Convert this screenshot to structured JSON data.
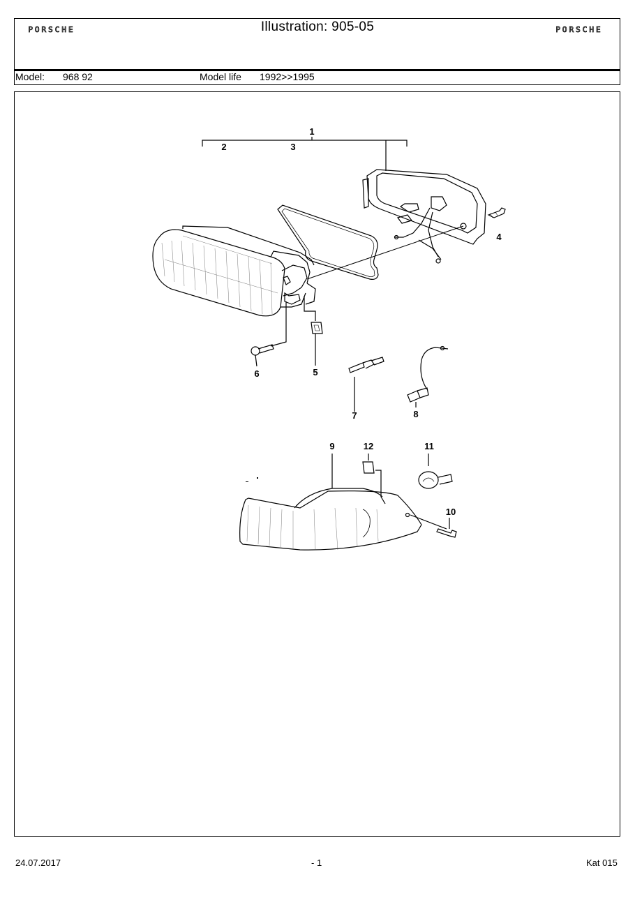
{
  "header": {
    "brand_left": "PORSCHE",
    "brand_right": "PORSCHE",
    "title": "Illustration: 905-05",
    "model_label": "Model:",
    "model_value": "968 92",
    "model_life_label": "Model life",
    "model_life_value": "1992>>1995"
  },
  "illustration": {
    "callouts": [
      "1",
      "2",
      "3",
      "4",
      "5",
      "6",
      "7",
      "8",
      "9",
      "10",
      "11",
      "12"
    ]
  },
  "footer": {
    "date": "24.07.2017",
    "page": "- 1",
    "catalog": "Kat 015"
  }
}
